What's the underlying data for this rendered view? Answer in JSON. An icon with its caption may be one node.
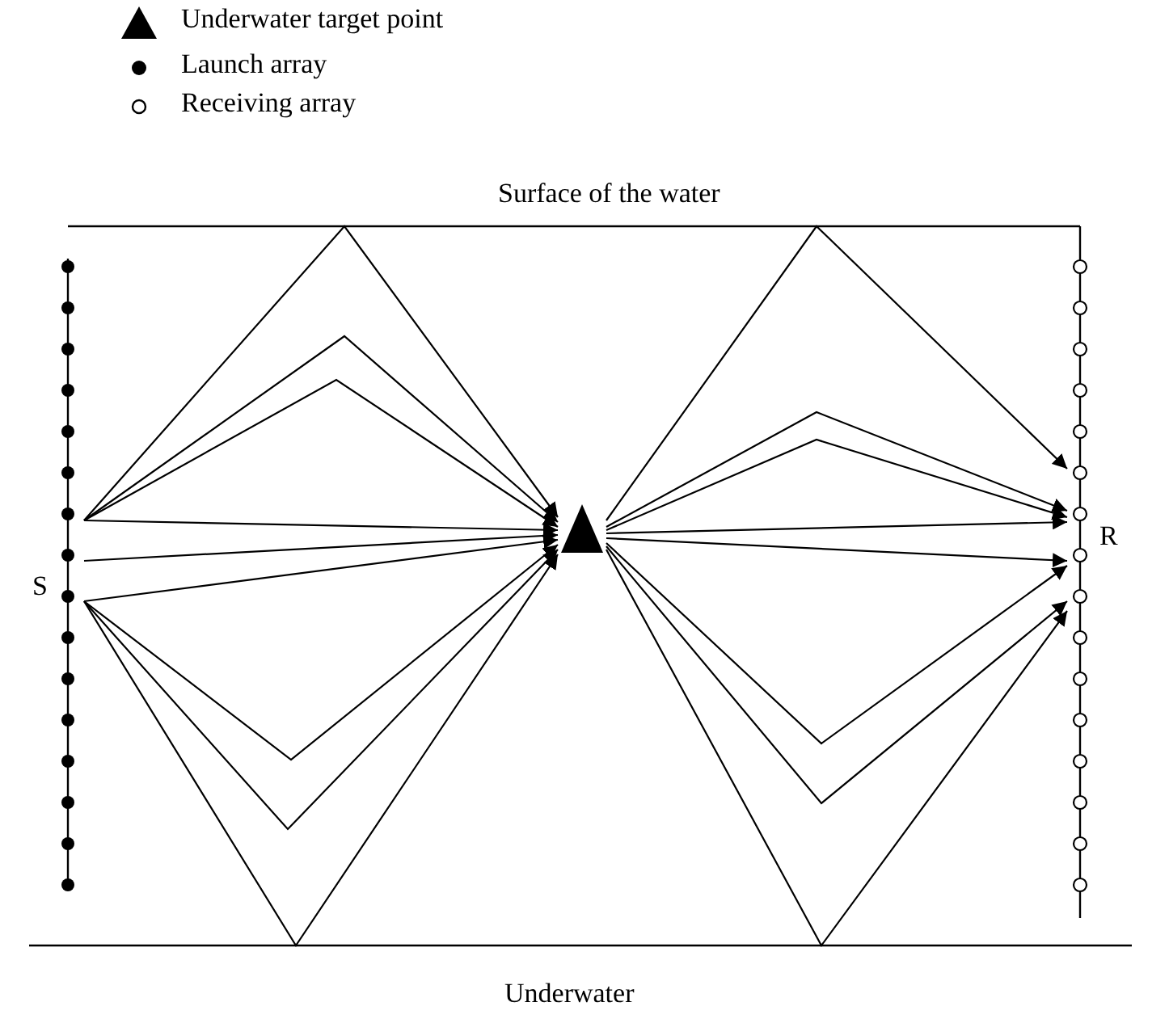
{
  "diagram": {
    "nodes": [
      {
        "text": [
          "S"
        ]
      },
      {
        "text": [],
        "shape": "triangle"
      },
      {
        "text": [
          "R"
        ]
      }
    ],
    "edges": [
      {
        "from": 0,
        "to": 1,
        "arrow": "to"
      },
      {
        "from": 0,
        "to": 1,
        "arrow": "to"
      },
      {
        "from": 0,
        "to": 1,
        "arrow": "to"
      },
      {
        "from": 0,
        "to": 1,
        "arrow": "to"
      },
      {
        "from": 0,
        "to": 1,
        "arrow": "to"
      },
      {
        "from": 0,
        "to": 1,
        "arrow": "to"
      },
      {
        "from": 0,
        "to": 1,
        "arrow": "to"
      },
      {
        "from": 0,
        "to": 1,
        "arrow": "to"
      },
      {
        "from": 0,
        "to": 1,
        "arrow": "to"
      },
      {
        "from": 1,
        "to": 2,
        "arrow": "to"
      },
      {
        "from": 1,
        "to": 2,
        "arrow": "to"
      },
      {
        "from": 1,
        "to": 2,
        "arrow": "to"
      },
      {
        "from": 1,
        "to": 2,
        "arrow": "to"
      },
      {
        "from": 1,
        "to": 2,
        "arrow": "to"
      },
      {
        "from": 1,
        "to": 2,
        "arrow": "to"
      },
      {
        "from": 1,
        "to": 2,
        "arrow": "to"
      },
      {
        "from": 1,
        "to": 2,
        "arrow": "to"
      }
    ],
    "labels": [
      "Surface of the water",
      "Underwater"
    ],
    "legend": [
      {
        "text": "Underwater target point"
      },
      {
        "text": "Launch array"
      },
      {
        "text": "Receiving array"
      }
    ]
  }
}
